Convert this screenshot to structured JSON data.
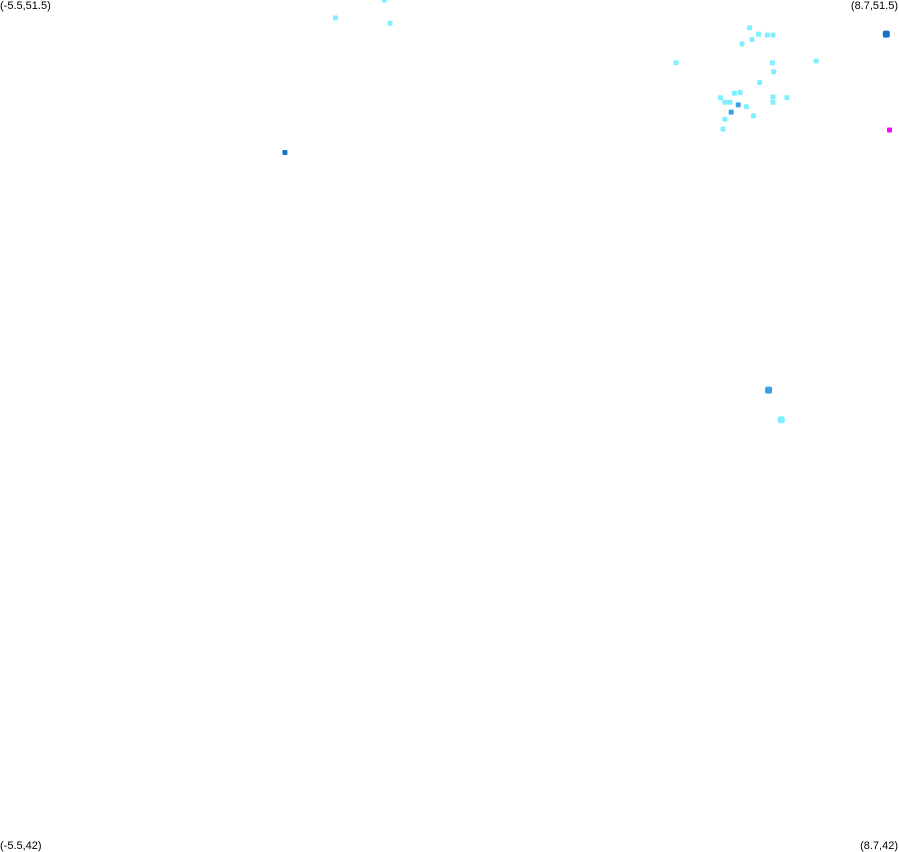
{
  "map": {
    "bounds": {
      "lon_min": -5.5,
      "lon_max": 8.7,
      "lat_min": 42,
      "lat_max": 51.5
    },
    "corner_labels": {
      "top_left": "(-5.5,51.5)",
      "top_right": "(8.7,51.5)",
      "bottom_left": "(-5.5,42)",
      "bottom_right": "(8.7,42)"
    },
    "colors": {
      "background": "#ffffff",
      "light_cyan": "#80f0ff",
      "mid_blue": "#3aa0e8",
      "dark_blue": "#1a70c8",
      "magenta": "#ff00ff"
    },
    "points": [
      {
        "lon": 0.57,
        "lat": 51.5,
        "color": "light_cyan",
        "size": 1
      },
      {
        "lon": -0.2,
        "lat": 51.3,
        "color": "light_cyan",
        "size": 1
      },
      {
        "lon": 0.66,
        "lat": 51.24,
        "color": "light_cyan",
        "size": 1
      },
      {
        "lon": 6.48,
        "lat": 51.12,
        "color": "light_cyan",
        "size": 1
      },
      {
        "lon": 6.62,
        "lat": 51.11,
        "color": "light_cyan",
        "size": 1
      },
      {
        "lon": 6.71,
        "lat": 51.11,
        "color": "light_cyan",
        "size": 1
      },
      {
        "lon": 6.38,
        "lat": 51.06,
        "color": "light_cyan",
        "size": 1
      },
      {
        "lon": 6.22,
        "lat": 51.01,
        "color": "light_cyan",
        "size": 1
      },
      {
        "lon": 6.34,
        "lat": 51.19,
        "color": "light_cyan",
        "size": 1
      },
      {
        "lon": 8.5,
        "lat": 51.12,
        "color": "dark_blue",
        "size": 2
      },
      {
        "lon": 5.18,
        "lat": 50.8,
        "color": "light_cyan",
        "size": 1
      },
      {
        "lon": 6.7,
        "lat": 50.8,
        "color": "light_cyan",
        "size": 1
      },
      {
        "lon": 7.39,
        "lat": 50.82,
        "color": "light_cyan",
        "size": 1
      },
      {
        "lon": 6.72,
        "lat": 50.7,
        "color": "light_cyan",
        "size": 1
      },
      {
        "lon": 6.5,
        "lat": 50.58,
        "color": "light_cyan",
        "size": 1
      },
      {
        "lon": 6.1,
        "lat": 50.46,
        "color": "light_cyan",
        "size": 1
      },
      {
        "lon": 6.19,
        "lat": 50.47,
        "color": "light_cyan",
        "size": 1
      },
      {
        "lon": 5.88,
        "lat": 50.41,
        "color": "light_cyan",
        "size": 1
      },
      {
        "lon": 5.95,
        "lat": 50.36,
        "color": "light_cyan",
        "size": 1
      },
      {
        "lon": 6.03,
        "lat": 50.36,
        "color": "light_cyan",
        "size": 1
      },
      {
        "lon": 6.71,
        "lat": 50.42,
        "color": "light_cyan",
        "size": 1
      },
      {
        "lon": 6.93,
        "lat": 50.41,
        "color": "light_cyan",
        "size": 1
      },
      {
        "lon": 6.71,
        "lat": 50.36,
        "color": "light_cyan",
        "size": 1
      },
      {
        "lon": 6.29,
        "lat": 50.31,
        "color": "light_cyan",
        "size": 1
      },
      {
        "lon": 6.16,
        "lat": 50.33,
        "color": "mid_blue",
        "size": 1
      },
      {
        "lon": 6.05,
        "lat": 50.25,
        "color": "mid_blue",
        "size": 1
      },
      {
        "lon": 6.4,
        "lat": 50.21,
        "color": "light_cyan",
        "size": 1
      },
      {
        "lon": 5.95,
        "lat": 50.17,
        "color": "light_cyan",
        "size": 1
      },
      {
        "lon": 5.92,
        "lat": 50.06,
        "color": "light_cyan",
        "size": 1
      },
      {
        "lon": 8.55,
        "lat": 50.05,
        "color": "magenta",
        "size": 1
      },
      {
        "lon": -1.0,
        "lat": 49.8,
        "color": "dark_blue",
        "size": 1
      },
      {
        "lon": 6.64,
        "lat": 47.15,
        "color": "mid_blue",
        "size": 2
      },
      {
        "lon": 6.84,
        "lat": 46.82,
        "color": "light_cyan",
        "size": 2
      }
    ]
  }
}
